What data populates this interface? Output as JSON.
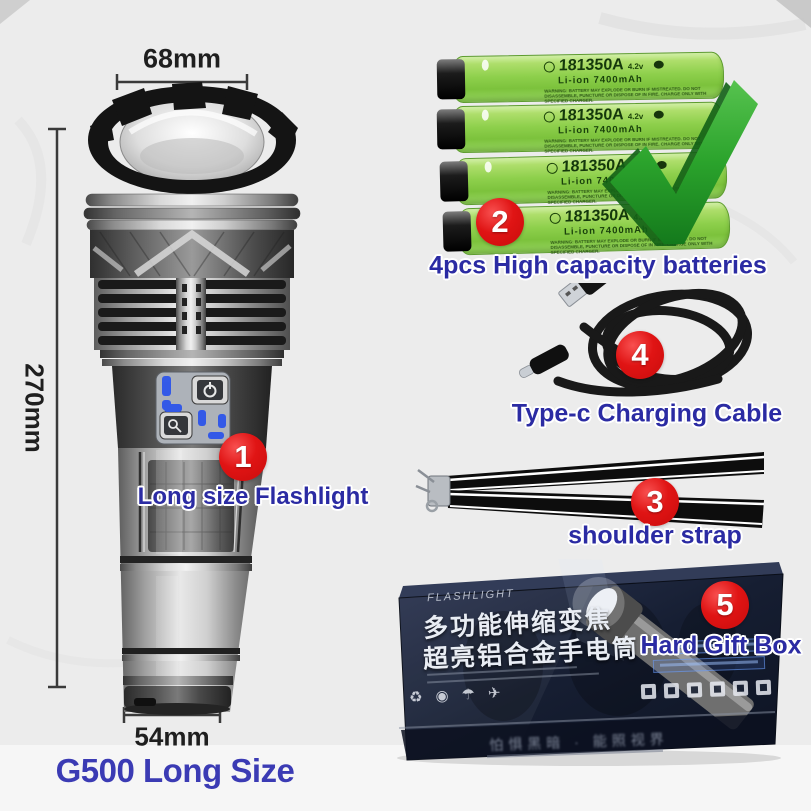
{
  "product": {
    "series_caption": "G500 Long Size"
  },
  "dimensions": {
    "head_width": "68mm",
    "total_length": "270mm",
    "body_width": "54mm"
  },
  "callouts": {
    "flashlight": {
      "num": "1",
      "label": "Long size Flashlight"
    },
    "batteries": {
      "num": "2",
      "label": "4pcs High capacity batteries"
    },
    "strap": {
      "num": "3",
      "label": "shoulder strap"
    },
    "cable": {
      "num": "4",
      "label": "Type-c Charging Cable"
    },
    "box": {
      "num": "5",
      "label": "Hard Gift Box"
    }
  },
  "battery": {
    "model": "181350A",
    "voltage": "4.2v",
    "spec": "Li-ion  7400mAh",
    "warning": "WARNING: BATTERY MAY EXPLODE OR BURN IF MISTREATED. DO NOT DISASSEMBLE, PUNCTURE OR DISPOSE OF IN FIRE. CHARGE ONLY WITH SPECIFIED CHARGER."
  },
  "gift_box": {
    "brand": "FLASHLIGHT",
    "title_cn_line1": "多功能伸缩变焦",
    "title_cn_line2": "超亮铝合金手电筒",
    "slogan_cn": "怕惧黑暗 · 能照视界"
  },
  "colors": {
    "accent_blue": "#2b2ba3",
    "badge_red": "#d90f0f",
    "battery_green": "#8cd04a",
    "check_green": "#2ba32c",
    "box_navy": "#1b2336",
    "background": "#ececec"
  }
}
